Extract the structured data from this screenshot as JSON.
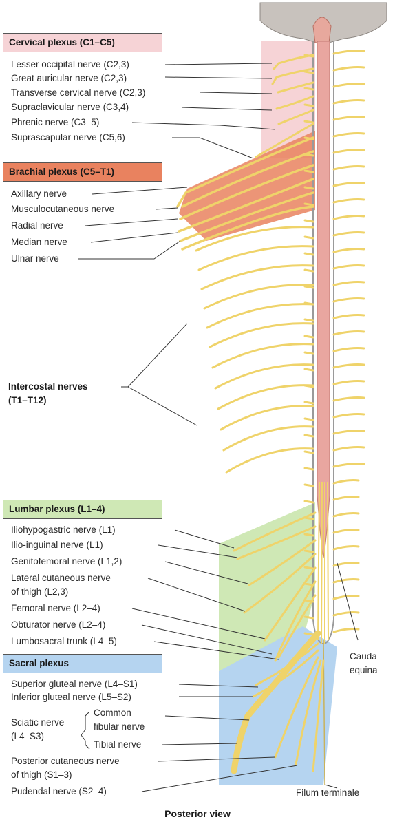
{
  "headers": {
    "cervical": "Cervical plexus (C1–C5)",
    "brachial": "Brachial plexus (C5–T1)",
    "lumbar": "Lumbar plexus (L1–4)",
    "sacral": "Sacral plexus"
  },
  "cervical_nerves": [
    "Lesser occipital nerve (C2,3)",
    "Great auricular nerve (C2,3)",
    "Transverse cervical nerve (C2,3)",
    "Supraclavicular nerve (C3,4)",
    "Phrenic nerve (C3–5)",
    "Suprascapular nerve (C5,6)"
  ],
  "brachial_nerves": [
    "Axillary nerve",
    "Musculocutaneous nerve",
    "Radial nerve",
    "Median nerve",
    "Ulnar nerve"
  ],
  "intercostal": {
    "line1": "Intercostal nerves",
    "line2": "(T1–T12)"
  },
  "lumbar_nerves": [
    "Iliohypogastric nerve (L1)",
    "Ilio-inguinal nerve (L1)",
    "Genitofemoral nerve (L1,2)",
    "Lateral cutaneous nerve",
    "of thigh (L2,3)",
    "Femoral nerve (L2–4)",
    "Obturator nerve (L2–4)",
    "Lumbosacral trunk (L4–5)"
  ],
  "sacral_nerves": {
    "superior_gluteal": "Superior gluteal nerve (L4–S1)",
    "inferior_gluteal": "Inferior gluteal nerve (L5–S2)",
    "sciatic_line1": "Sciatic nerve",
    "sciatic_line2": "(L4–S3)",
    "common_line1": "Common",
    "common_line2": "fibular nerve",
    "tibial": "Tibial nerve",
    "posterior_cut_line1": "Posterior cutaneous nerve",
    "posterior_cut_line2": "of thigh (S1–3)",
    "pudendal": "Pudendal nerve (S2–4)"
  },
  "right_labels": {
    "cauda_line1": "Cauda",
    "cauda_line2": "equina",
    "filum": "Filum terminale"
  },
  "caption": "Posterior view",
  "colors": {
    "cervical_region": "#f6d3d6",
    "brachial_region": "#e9825f",
    "lumbar_region": "#cfe8b5",
    "sacral_region": "#b5d4f0",
    "nerve": "#efd36a",
    "cord_pink": "#e9a6a0"
  }
}
